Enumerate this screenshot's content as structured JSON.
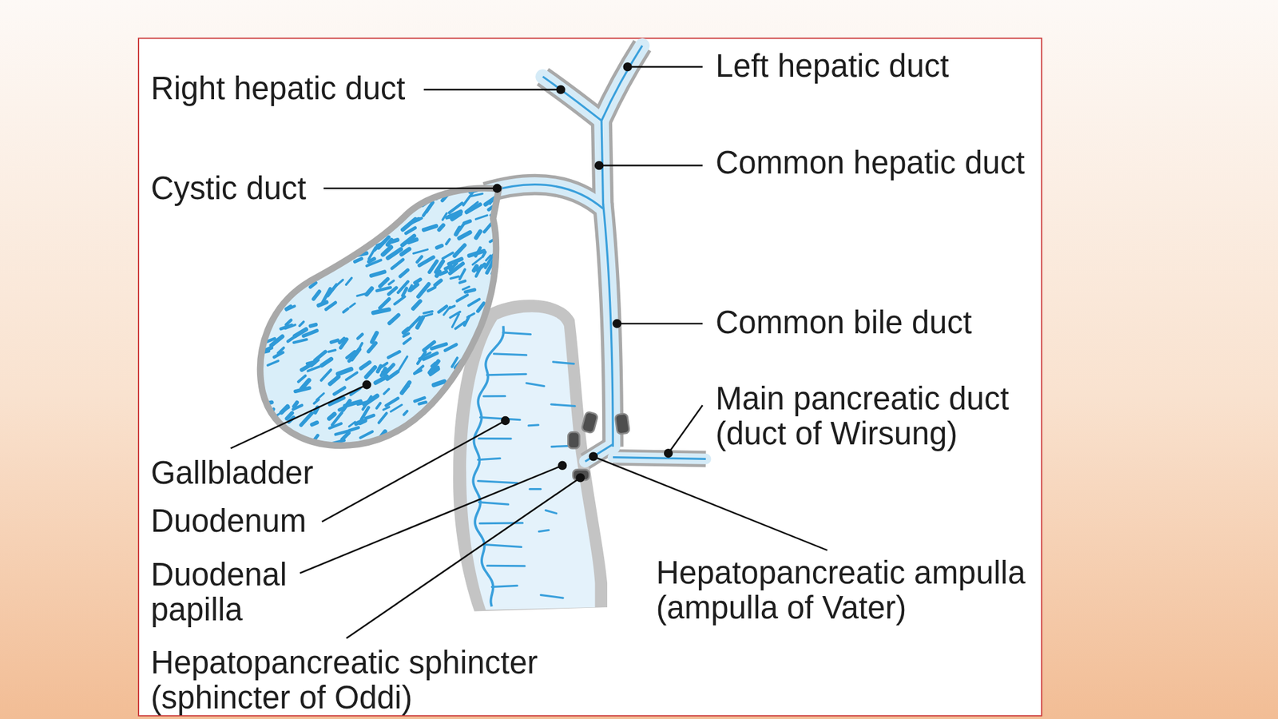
{
  "diagram": {
    "labels": [
      "Right hepatic duct",
      "Left hepatic duct",
      "Common hepatic duct",
      "Cystic duct",
      "Common bile duct",
      "Main pancreatic duct (duct of Wirsung)",
      "Gallbladder",
      "Duodenum",
      "Duodenal papilla",
      "Hepatopancreatic ampulla (ampulla of Vater)",
      "Hepatopancreatic sphincter (sphincter of Oddi)"
    ]
  }
}
